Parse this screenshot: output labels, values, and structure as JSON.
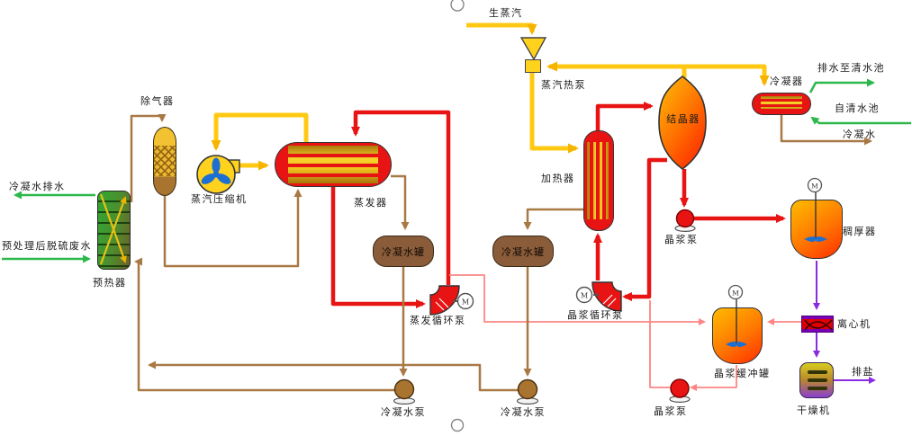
{
  "labels": {
    "condensate_drain": "冷凝水排水",
    "feed_water": "预处理后脱硫废水",
    "preheater": "预热器",
    "deaerator": "除气器",
    "vapor_compressor": "蒸汽压缩机",
    "evaporator": "蒸发器",
    "condensate_tank": "冷凝水罐",
    "raw_steam": "生蒸汽",
    "steam_heat_pump": "蒸汽热泵",
    "heater": "加热器",
    "crystallizer": "结晶器",
    "condenser": "冷凝器",
    "drain_to_clean_pool": "排水至清水池",
    "self_clean_pool": "自清水池",
    "condensate_water": "冷凝水",
    "evap_circulation_pump": "蒸发循环泵",
    "slurry_circulation_pump": "晶浆循环泵",
    "slurry_pump": "晶浆泵",
    "thickener": "稠厚器",
    "slurry_buffer_tank": "晶浆缓冲罐",
    "condensate_pump": "冷凝水泵",
    "centrifuge": "离心机",
    "dryer": "干燥机",
    "salt_discharge": "排盐",
    "motor": "M"
  },
  "colors": {
    "steam_line": "#FFC913",
    "brine_line": "#E81414",
    "slurry_line": "#FF8585",
    "condensate_line": "#A87945",
    "water_line": "#2DB84B",
    "solids_line": "#8A2BE2"
  }
}
